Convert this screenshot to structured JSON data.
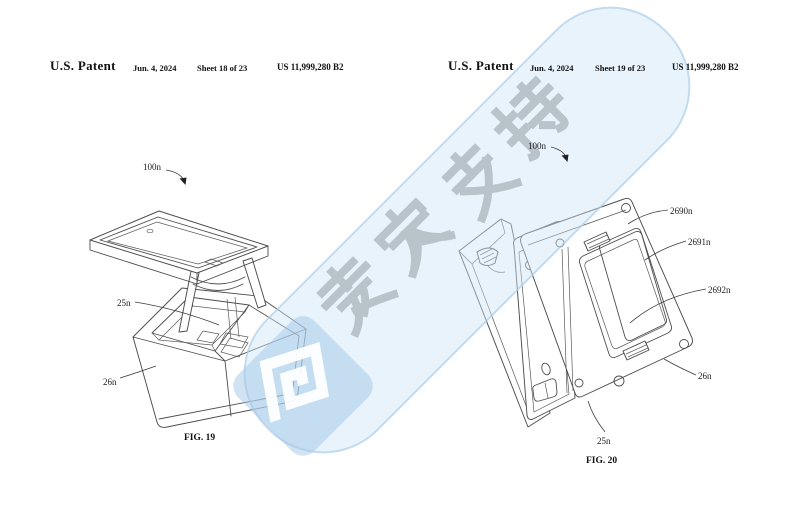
{
  "document_type": "US patent drawing sheets",
  "pages": [
    {
      "header": {
        "title": "U.S. Patent",
        "date": "Jun. 4, 2024",
        "sheet": "Sheet 18 of 23",
        "patent_number": "US 11,999,280 B2"
      },
      "figure": {
        "caption": "FIG. 19",
        "ref_labels": {
          "assembly": "100n",
          "upper": "25n",
          "lower": "26n"
        }
      }
    },
    {
      "header": {
        "title": "U.S. Patent",
        "date": "Jun. 4, 2024",
        "sheet": "Sheet 19 of 23",
        "patent_number": "US 11,999,280 B2"
      },
      "figure": {
        "caption": "FIG. 20",
        "ref_labels": {
          "assembly": "100n",
          "rear_panel": "2690n",
          "door_edge": "2691n",
          "door_center": "2692n",
          "lower": "26n",
          "stand": "25n"
        }
      }
    }
  ],
  "watermark": {
    "text": "麦家支持",
    "logo": "square-spiral-logo",
    "band_fill": "#d6e9f8",
    "band_border": "#b9d6ee",
    "diamond_fill": "#9fc4e2",
    "glyph_color": "#ffffff",
    "text_color": "#7c858d"
  },
  "drawing_line_color": "#4d4d4d"
}
